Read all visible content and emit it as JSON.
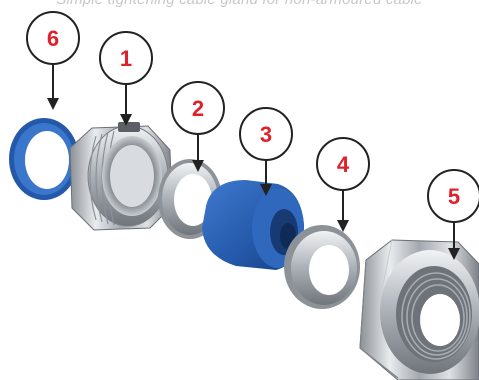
{
  "caption": "Simple tightening cable gland for non-armoured cable",
  "callouts": [
    {
      "id": "6",
      "part": "blue-sealing-washer"
    },
    {
      "id": "1",
      "part": "threaded-body"
    },
    {
      "id": "2",
      "part": "metal-washer"
    },
    {
      "id": "3",
      "part": "blue-rubber-seal"
    },
    {
      "id": "4",
      "part": "metal-compression-washer"
    },
    {
      "id": "5",
      "part": "hex-cap-nut"
    }
  ],
  "colors": {
    "callout_text": "#e0202a",
    "callout_circle": "#222222",
    "seal_blue": "#2b63b8",
    "metal": "#b9bec4"
  }
}
